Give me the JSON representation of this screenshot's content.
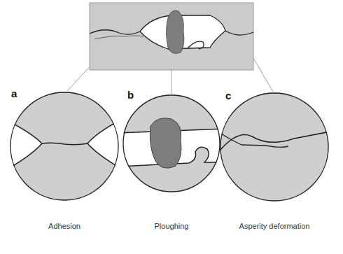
{
  "diagram": {
    "nodes": [
      {
        "text": [
          "a",
          "Adhesion"
        ]
      },
      {
        "text": [
          "b",
          "Ploughing"
        ]
      },
      {
        "text": [
          "c",
          "Asperity deformation"
        ]
      }
    ]
  }
}
